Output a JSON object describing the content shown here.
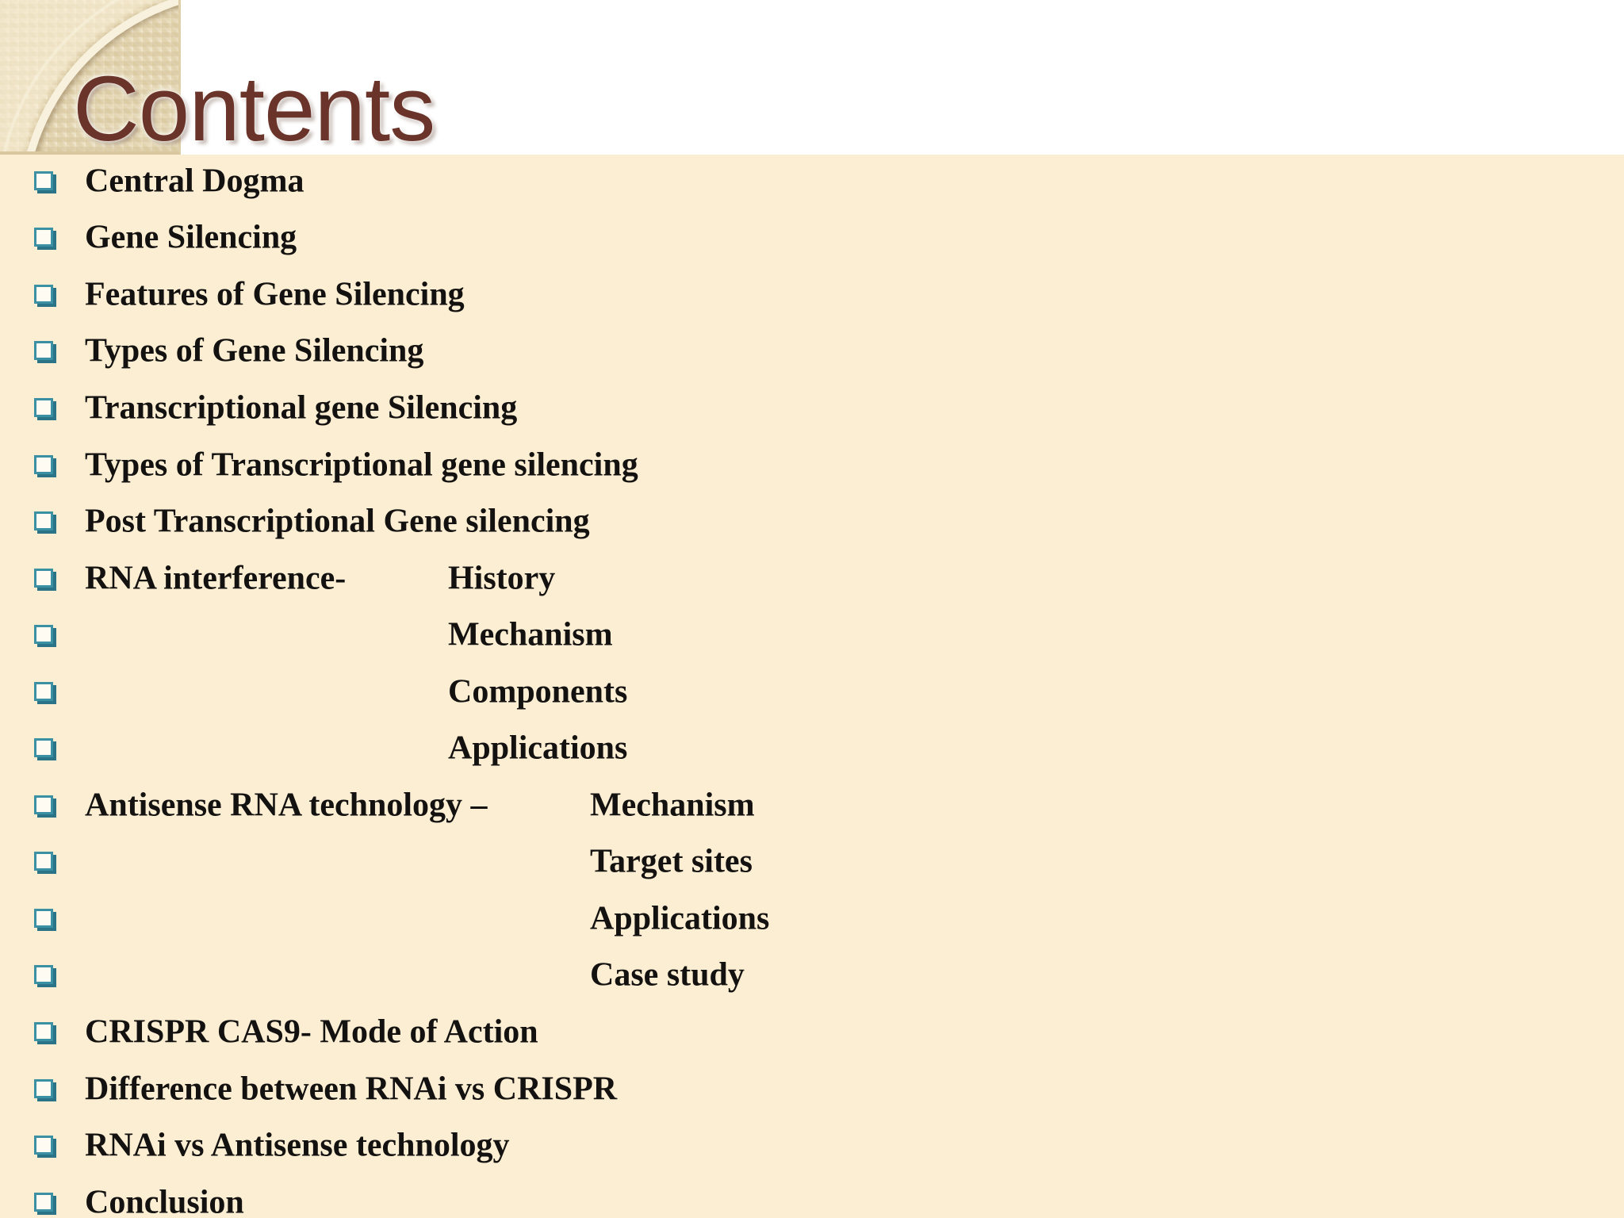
{
  "slide": {
    "title": "Contents"
  },
  "colors": {
    "background": "#FCEED3",
    "band": "#FFFFFF",
    "title": "#6A342A",
    "text": "#141210",
    "bullet": "#3B90A3",
    "bullet_shadow": "#2B7487",
    "bullet_fill": "#FDFBF2",
    "pattern_base": "#EBDFBE",
    "pattern_line": "#D9C7A0",
    "arc": "#F8F1DD"
  },
  "icons": {
    "bullet": "shadowed-white-square-bullet"
  },
  "list": {
    "items": [
      {
        "text": "Central Dogma",
        "text2": "",
        "sub_column": null
      },
      {
        "text": "Gene Silencing",
        "text2": "",
        "sub_column": null
      },
      {
        "text": "Features of Gene Silencing",
        "text2": "",
        "sub_column": null
      },
      {
        "text": "Types of Gene Silencing",
        "text2": "",
        "sub_column": null
      },
      {
        "text": "Transcriptional gene Silencing",
        "text2": "",
        "sub_column": null
      },
      {
        "text": "Types of Transcriptional gene silencing",
        "text2": "",
        "sub_column": null
      },
      {
        "text": "Post Transcriptional Gene silencing",
        "text2": "",
        "sub_column": null
      },
      {
        "text": "RNA interference-",
        "text2": "History",
        "sub_column": "rnai"
      },
      {
        "text": "",
        "text2": "Mechanism",
        "sub_column": "rnai"
      },
      {
        "text": "",
        "text2": "Components",
        "sub_column": "rnai"
      },
      {
        "text": "",
        "text2": "Applications",
        "sub_column": "rnai"
      },
      {
        "text": "Antisense RNA technology –",
        "text2": "Mechanism",
        "sub_column": "antisense"
      },
      {
        "text": "",
        "text2": "Target sites",
        "sub_column": "antisense"
      },
      {
        "text": "",
        "text2": "Applications",
        "sub_column": "antisense"
      },
      {
        "text": "",
        "text2": "Case study",
        "sub_column": "antisense"
      },
      {
        "text": "CRISPR CAS9- Mode of Action",
        "text2": "",
        "sub_column": null
      },
      {
        "text": "Difference between RNAi vs CRISPR",
        "text2": "",
        "sub_column": null
      },
      {
        "text": "RNAi vs Antisense technology",
        "text2": "",
        "sub_column": null
      },
      {
        "text": "Conclusion",
        "text2": "",
        "sub_column": null
      }
    ]
  }
}
